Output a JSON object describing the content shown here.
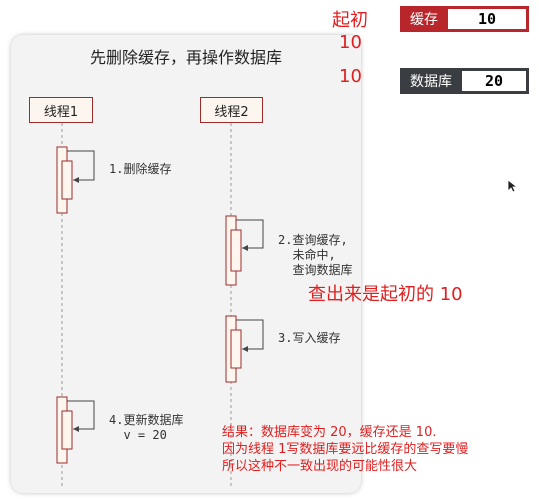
{
  "panel": {
    "title": "先删除缓存，再操作数据库"
  },
  "participants": [
    "线程1",
    "线程2"
  ],
  "steps": [
    {
      "label": "1.删除缓存"
    },
    {
      "label": "2.查询缓存,\n  未命中,\n  查询数据库"
    },
    {
      "label": "3.写入缓存"
    },
    {
      "label": "4.更新数据库\n  v = 20"
    }
  ],
  "annotations": {
    "initial_label": "起初",
    "initial_cache_value": "10",
    "initial_db_value": "10",
    "query_note": "查出来是起初的 10",
    "result_note": "结果：数据库变为 20，缓存还是 10.\n因为线程 1写数据库要远比缓存的查写要慢\n所以这种不一致出现的可能性很大"
  },
  "stores": {
    "cache": {
      "label": "缓存",
      "value": "10",
      "color": "#b8262b"
    },
    "db": {
      "label": "数据库",
      "value": "20",
      "color": "#3a3d42"
    }
  },
  "colors": {
    "accent_red": "#e02020",
    "lifeline_border": "#9b2c2c"
  }
}
